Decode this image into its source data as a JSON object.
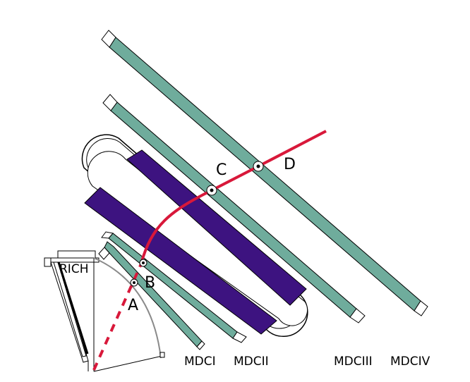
{
  "colors": {
    "chamber_fill": "#6fac9c",
    "magnet_fill": "#3d1380",
    "track": "#d8183a",
    "outline": "#000000",
    "background": "#ffffff"
  },
  "points": {
    "a": "A",
    "b": "B",
    "c": "C",
    "d": "D"
  },
  "detectors": {
    "rich": "RICH",
    "mdc1": "MDCI",
    "mdc2": "MDCII",
    "mdc3": "MDCIII",
    "mdc4": "MDCIV"
  }
}
